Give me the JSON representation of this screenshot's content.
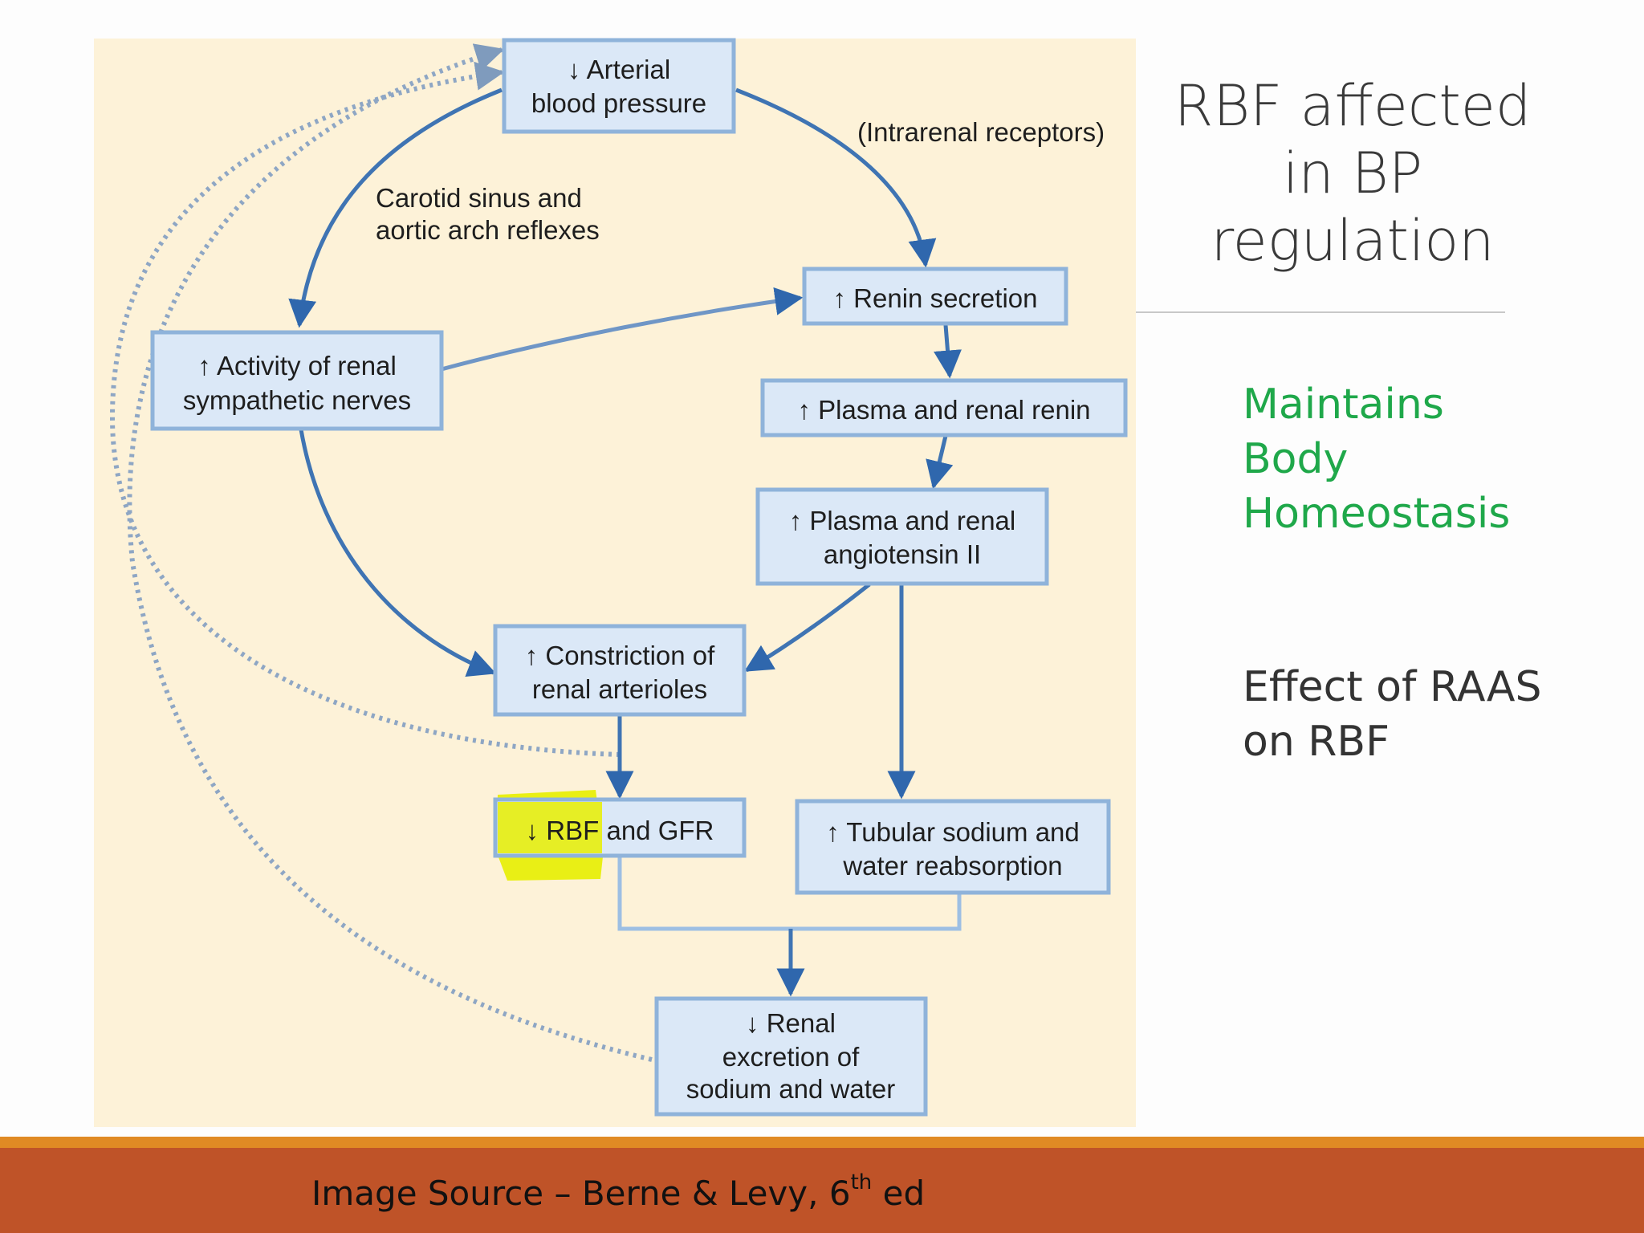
{
  "diagram": {
    "nodes": {
      "arterial_bp": [
        "↓ Arterial",
        "blood pressure"
      ],
      "renin_secretion": [
        "↑ Renin secretion"
      ],
      "sympathetic": [
        "↑ Activity of renal",
        "sympathetic nerves"
      ],
      "plasma_renin": [
        "↑ Plasma and renal renin"
      ],
      "angiotensin": [
        "↑ Plasma and renal",
        "angiotensin II"
      ],
      "constriction": [
        "↑ Constriction of",
        "renal arterioles"
      ],
      "rbf_gfr": [
        "↓ RBF and GFR"
      ],
      "tubular": [
        "↑ Tubular sodium and",
        "water reabsorption"
      ],
      "excretion": [
        "↓ Renal",
        "excretion of",
        "sodium and water"
      ]
    },
    "labels": {
      "intrarenal": "(Intrarenal receptors)",
      "carotid_1": "Carotid sinus and",
      "carotid_2": "aortic arch reflexes"
    },
    "colors": {
      "box_fill": "#dbe8f7",
      "box_stroke": "#8fb3da",
      "arrow": "#3f74b3",
      "highlight": "#e7ee00",
      "panel": "#fdf2d8"
    }
  },
  "slide": {
    "title_lines": [
      "RBF affected",
      "in BP",
      "regulation"
    ],
    "note_green_lines": [
      "Maintains",
      "Body",
      "Homeostasis"
    ],
    "note_dark_lines": [
      "Effect of RAAS",
      "on RBF"
    ],
    "footer_prefix": "Image Source – Berne & Levy, 6",
    "footer_sup": "th",
    "footer_suffix": " ed"
  }
}
